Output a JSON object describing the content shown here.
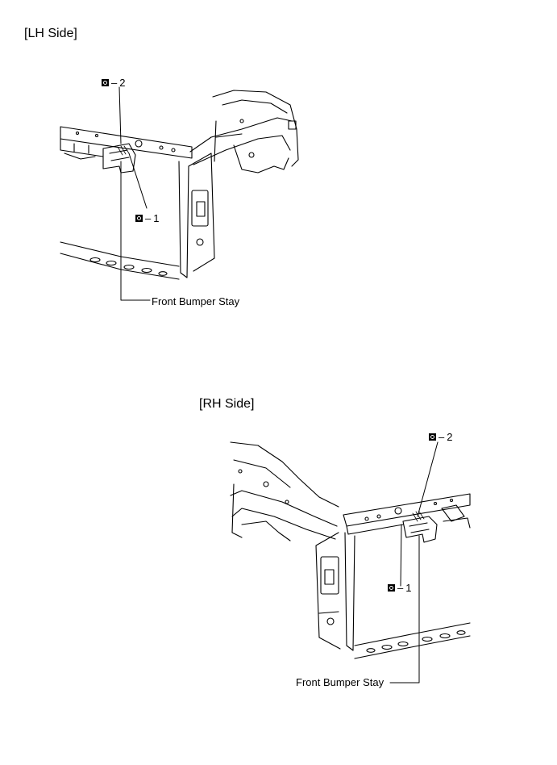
{
  "lh": {
    "title": "[LH Side]",
    "callout_top": {
      "symbol": "bolt-icon",
      "dash": "–",
      "number": "2"
    },
    "callout_mid": {
      "symbol": "bolt-icon",
      "dash": "–",
      "number": "1"
    },
    "part_label": "Front Bumper Stay"
  },
  "rh": {
    "title": "[RH Side]",
    "callout_top": {
      "symbol": "bolt-icon",
      "dash": "–",
      "number": "2"
    },
    "callout_mid": {
      "symbol": "bolt-icon",
      "dash": "–",
      "number": "1"
    },
    "part_label": "Front Bumper Stay"
  }
}
